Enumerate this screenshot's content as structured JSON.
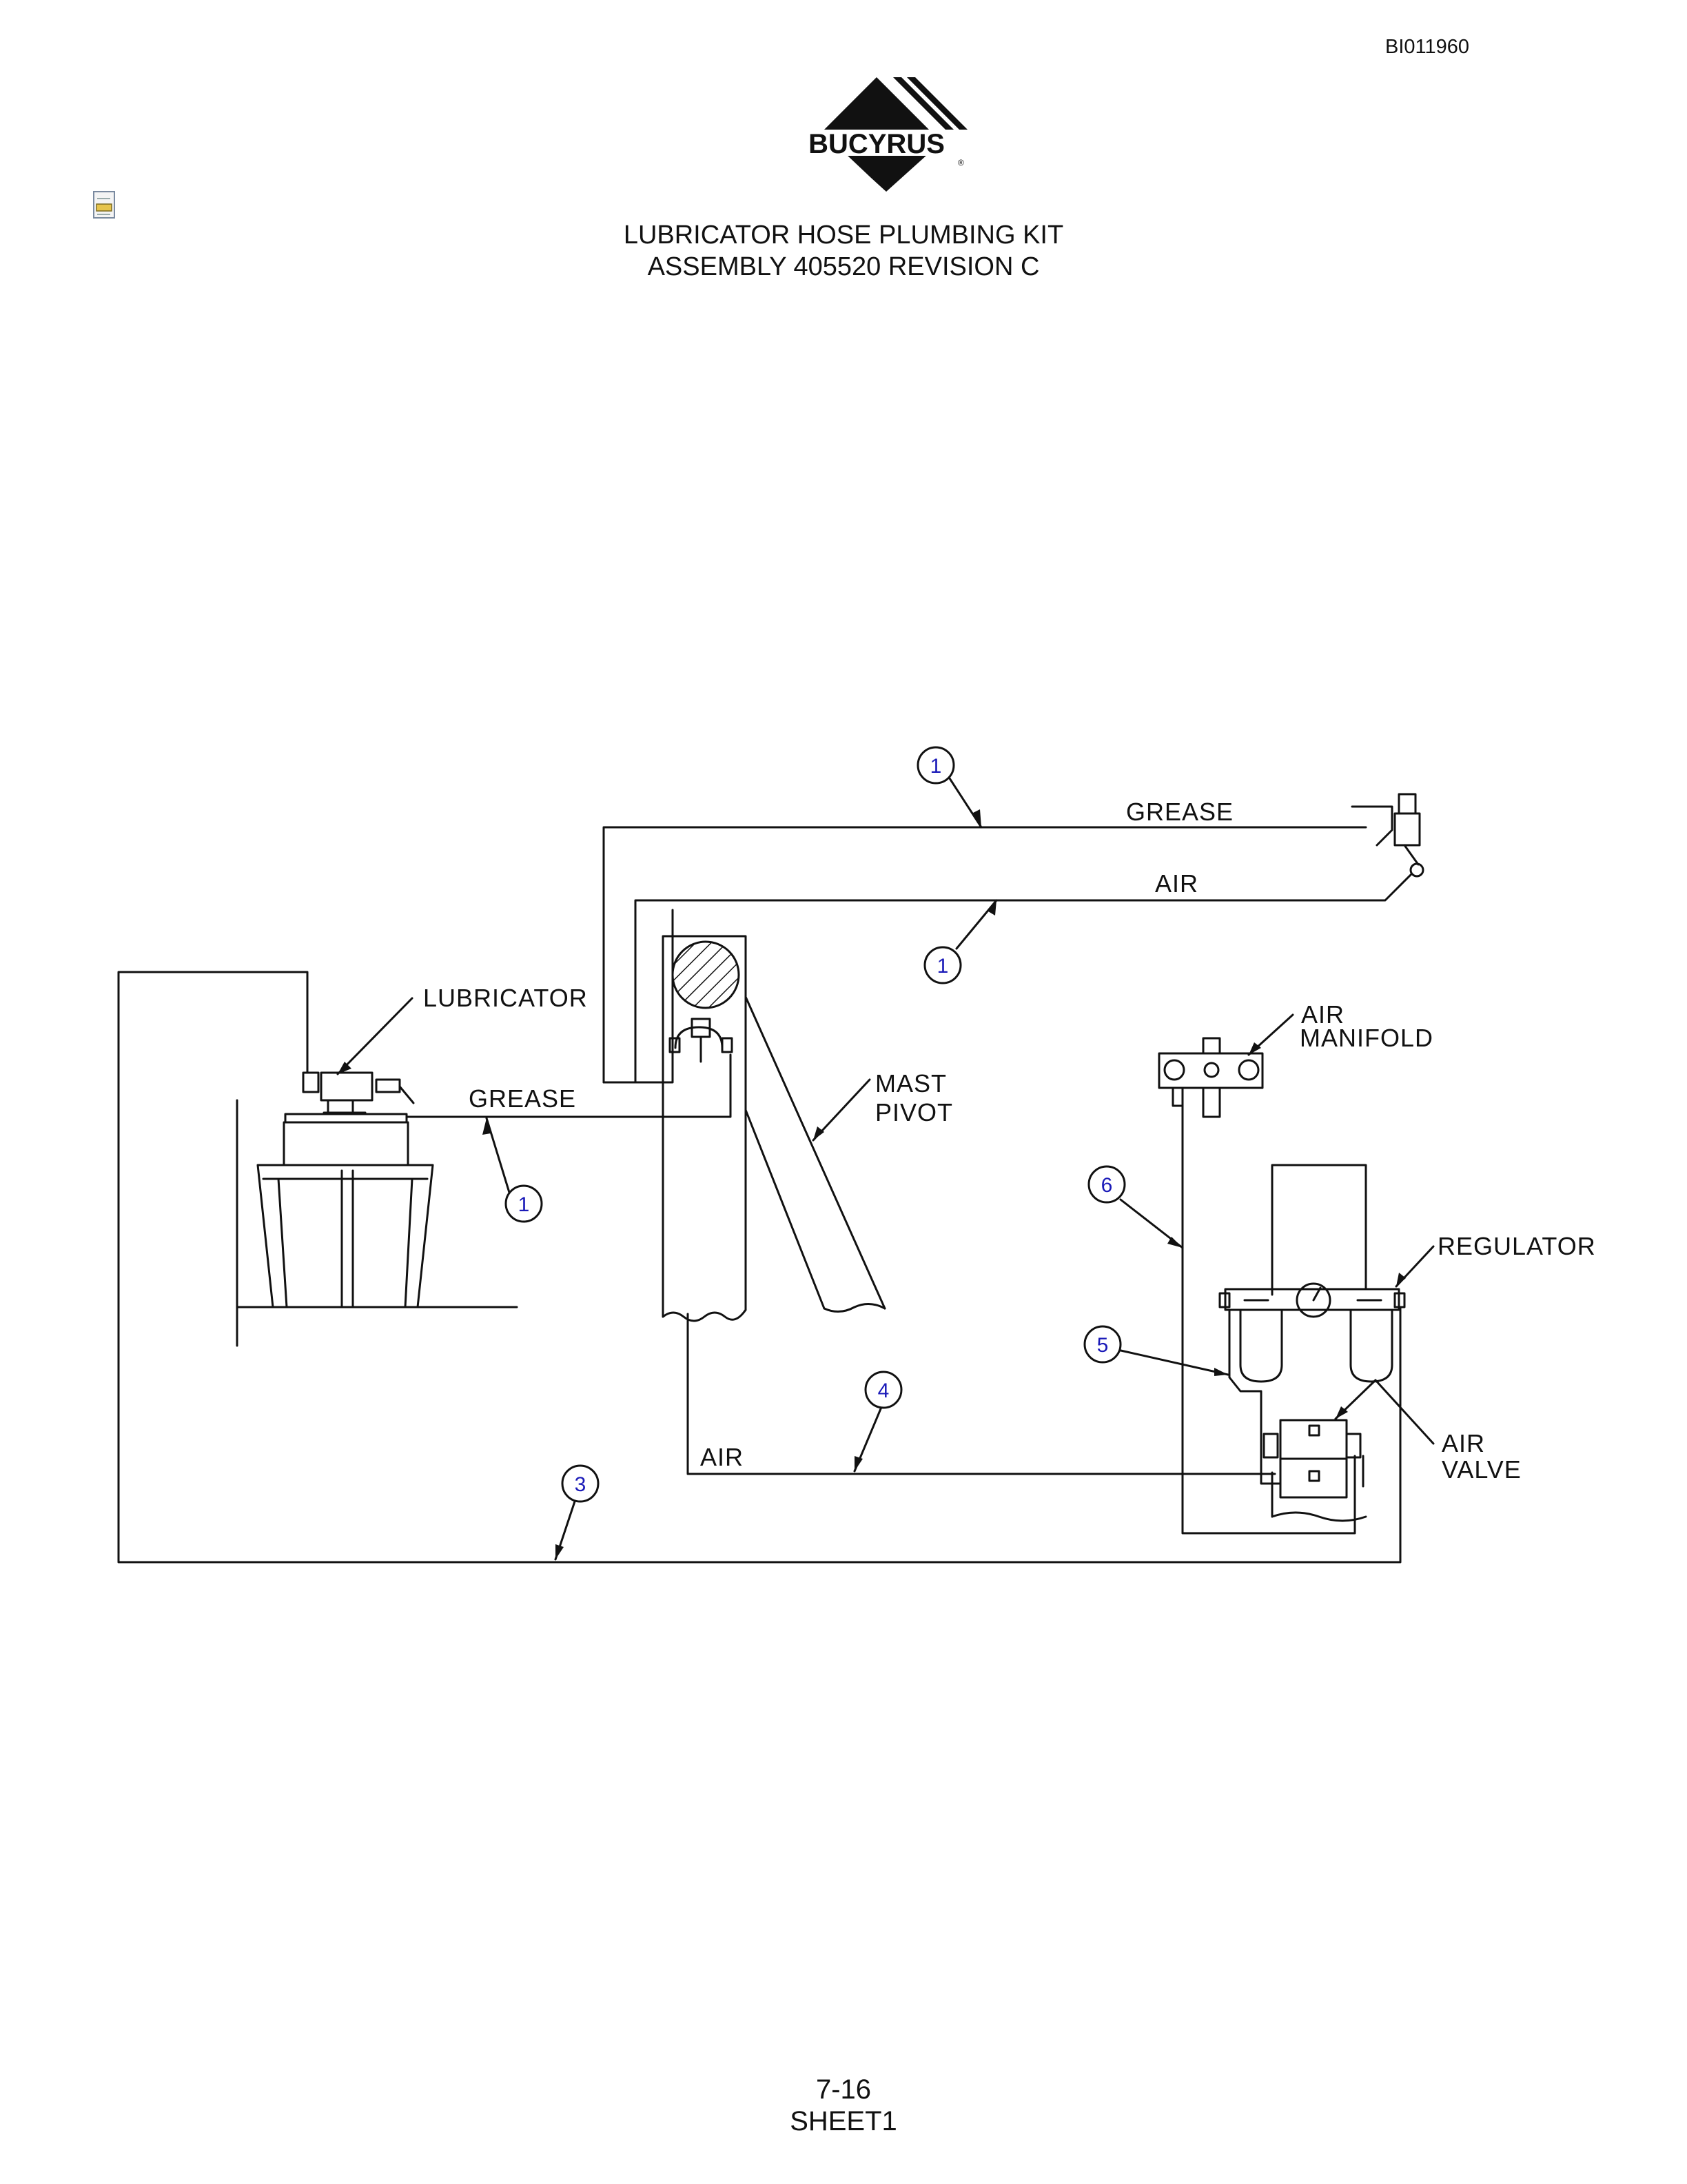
{
  "document_id": "BI011960",
  "logo_text": "BUCYRUS",
  "title_lines": [
    "LUBRICATOR HOSE PLUMBING KIT",
    "ASSEMBLY 405520 REVISION C"
  ],
  "labels": {
    "grease_top": "GREASE",
    "air_top": "AIR",
    "lubricator": "LUBRICATOR",
    "grease_left": "GREASE",
    "mast_pivot": [
      "MAST",
      "PIVOT"
    ],
    "air_manifold": [
      "AIR",
      "MANIFOLD"
    ],
    "regulator": "REGULATOR",
    "air_valve": [
      "AIR",
      "VALVE"
    ],
    "air_bottom": "AIR"
  },
  "balloons": {
    "b1_top": "1",
    "b1_upper": "1",
    "b1_left": "1",
    "b6": "6",
    "b5": "5",
    "b4": "4",
    "b3": "3"
  },
  "footer": {
    "page": "7-16",
    "sheet": "SHEET1"
  },
  "icons": [
    "bucyrus-logo-icon",
    "note-document-icon"
  ]
}
